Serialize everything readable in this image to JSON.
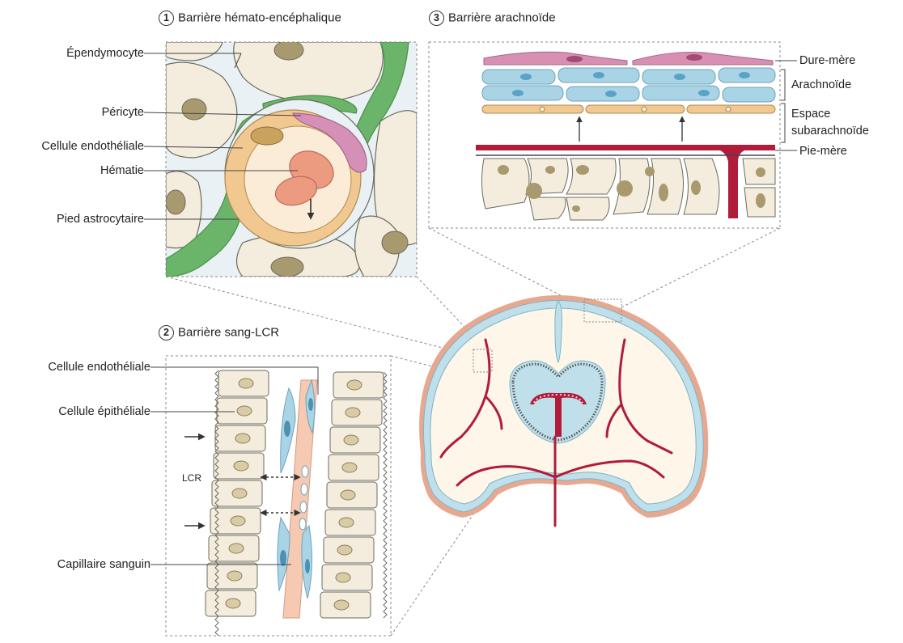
{
  "titles": {
    "panel1_number": "1",
    "panel1_title": "Barrière hémato-encéphalique",
    "panel2_number": "2",
    "panel2_title": "Barrière sang-LCR",
    "panel3_number": "3",
    "panel3_title": "Barrière arachnoïde"
  },
  "labels": {
    "ependymocyte": "Épendymocyte",
    "pericyte": "Péricyte",
    "endothelial_cell_1": "Cellule endothéliale",
    "hematie": "Hématie",
    "astrocyte_foot": "Pied astrocytaire",
    "endothelial_cell_2": "Cellule endothéliale",
    "epithelial_cell": "Cellule épithéliale",
    "lcr": "LCR",
    "blood_capillary": "Capillaire sanguin",
    "dura_mater": "Dure-mère",
    "arachnoid": "Arachnoïde",
    "subarachnoid_space_line1": "Espace",
    "subarachnoid_space_line2": "subarachnoïde",
    "pia_mater": "Pie-mère"
  },
  "colors": {
    "astrocyte": "#6ab56a",
    "cell_fill": "#f4ecdc",
    "nucleus": "#a89a6e",
    "endothelium": "#f0c890",
    "pericyte": "#d590b8",
    "hematie": "#ec9a80",
    "vessel": "#b01c3a",
    "arachnoid_cells": "#a9d4e6",
    "dura": "#d78fb2",
    "capillary": "#f6c9b2",
    "ventricle": "#bfe0ea",
    "brain": "#fdf6e9",
    "meninges_outer": "#e8a890"
  }
}
